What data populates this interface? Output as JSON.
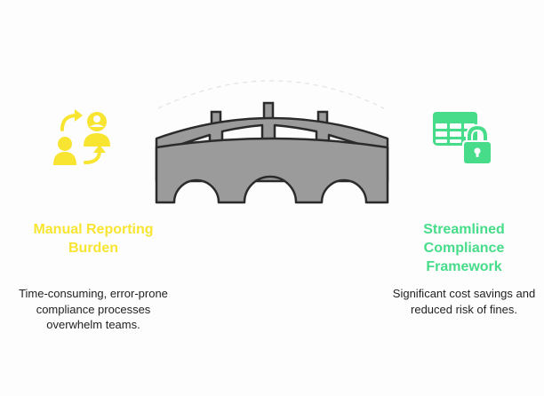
{
  "colors": {
    "left_accent": "#f7e532",
    "right_accent": "#47dc8a",
    "bridge_fill": "#9b9b9b",
    "bridge_stroke": "#2b2b2b"
  },
  "icons": {
    "left": "people-exchange-icon",
    "center": "bridge-icon",
    "right": "locked-table-icon"
  },
  "left": {
    "title": "Manual Reporting Burden",
    "description": "Time-consuming, error-prone compliance processes overwhelm teams."
  },
  "right": {
    "title": "Streamlined Compliance Framework",
    "description": "Significant cost savings and reduced risk of fines."
  }
}
